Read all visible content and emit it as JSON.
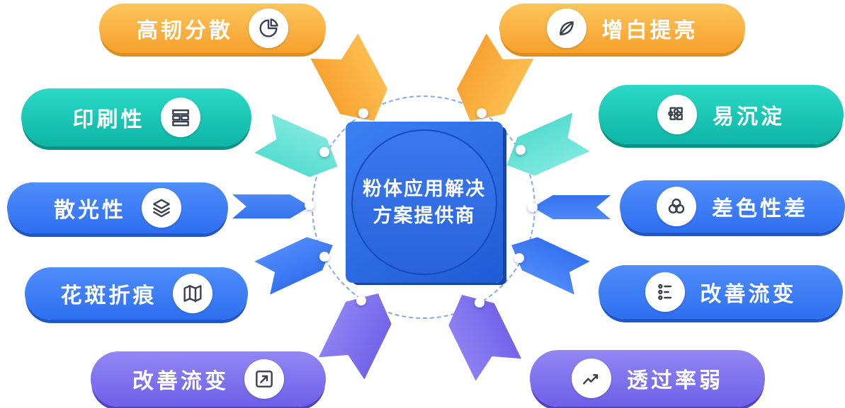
{
  "center": {
    "title_line1": "粉体应用解决",
    "title_line2": "方案提供商"
  },
  "pills": {
    "left": [
      {
        "label": "高韧分散",
        "icon": "pie-chart-icon",
        "color": "orange"
      },
      {
        "label": "印刷性",
        "icon": "print-blocks-icon",
        "color": "teal"
      },
      {
        "label": "散光性",
        "icon": "layers-icon",
        "color": "blue"
      },
      {
        "label": "花斑折痕",
        "icon": "folded-map-icon",
        "color": "blue"
      },
      {
        "label": "改善流变",
        "icon": "edit-arrow-icon",
        "color": "purple"
      }
    ],
    "right": [
      {
        "label": "增白提亮",
        "icon": "leaf-icon",
        "color": "orange"
      },
      {
        "label": "易沉淀",
        "icon": "puzzle-icon",
        "color": "teal"
      },
      {
        "label": "差色性差",
        "icon": "venn-circles-icon",
        "color": "blue"
      },
      {
        "label": "改善流变",
        "icon": "list-dots-icon",
        "color": "blue"
      },
      {
        "label": "透过率弱",
        "icon": "trend-chart-icon",
        "color": "purple"
      }
    ]
  },
  "colors": {
    "orange": "#f7a02c",
    "teal": "#0db5a6",
    "blue": "#2e6ff0",
    "purple": "#6e60e8",
    "center_blue": "#2a63db"
  }
}
